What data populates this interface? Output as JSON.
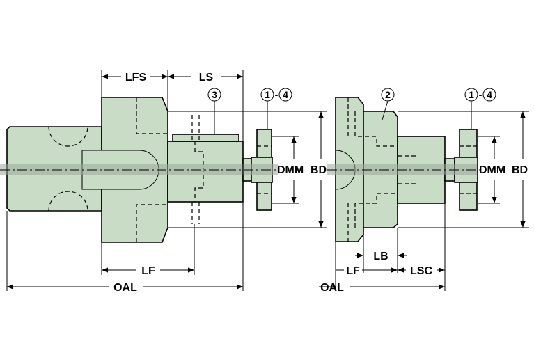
{
  "left_view": {
    "dimensions": {
      "lfs": "LFS",
      "ls": "LS",
      "lf": "LF",
      "oal": "OAL",
      "dmm": "DMM",
      "bd": "BD"
    },
    "callouts": {
      "c3": "3",
      "c1": "1",
      "c4": "4",
      "dash": "-"
    }
  },
  "right_view": {
    "dimensions": {
      "lb": "LB",
      "lf": "LF",
      "lsc": "LSC",
      "oal": "OAL",
      "dmm": "DMM",
      "bd": "BD"
    },
    "callouts": {
      "c2": "2",
      "c1": "1",
      "c4": "4",
      "dash": "-"
    }
  },
  "colors": {
    "part_fill": "#c8dcc6",
    "axis_band": "#9aa89a",
    "line": "#000000"
  }
}
